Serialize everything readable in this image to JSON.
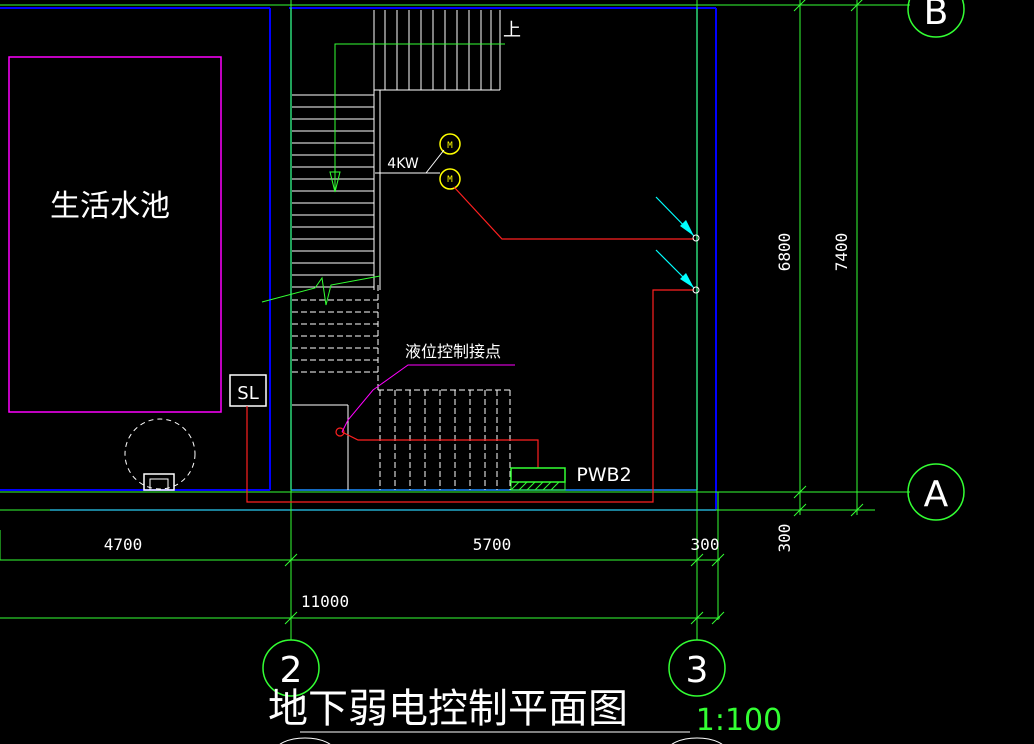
{
  "drawing": {
    "title": "地下弱电控制平面图",
    "scale": "1:100",
    "room_label": "生活水池",
    "sump_label": "SL",
    "panel_label": "PWB2",
    "level_control_label": "液位控制接点",
    "power_label": "4KW",
    "stair_up_label": "上",
    "motor_symbol": "M",
    "colors": {
      "background": "#000000",
      "wall": "#0000ff",
      "inner_wall": "#0077ff",
      "dimension": "#33ff33",
      "room": "#ff00ff",
      "cable": "#ff2020",
      "stair": "#ffffff",
      "motor": "#ffff00",
      "detector": "#00ffff"
    }
  },
  "grid": {
    "axis_b": "B",
    "axis_a": "A",
    "axis_2": "2",
    "axis_3": "3"
  },
  "dimensions": {
    "bottom_left": "4700",
    "bottom_middle": "5700",
    "bottom_right": "300",
    "total": "11000",
    "right_inner": "6800",
    "right_outer": "7400",
    "right_lower": "300"
  }
}
